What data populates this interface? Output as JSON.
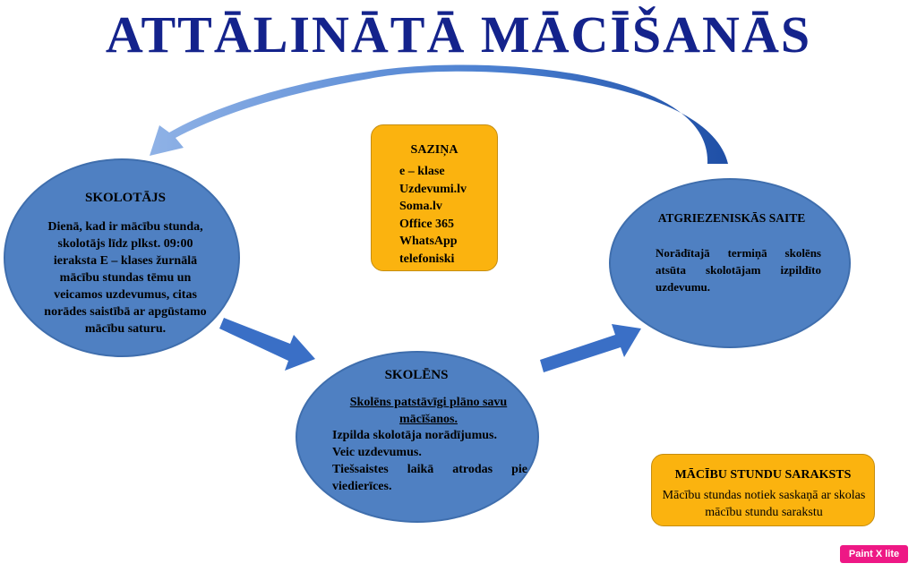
{
  "title": "ATTĀLINĀTĀ MĀCĪŠANĀS",
  "teacher": {
    "heading": "SKOLOTĀJS",
    "text": "Dienā, kad ir mācību stunda, skolotājs līdz plkst. 09:00 ieraksta E – klases žurnālā mācību stundas tēmu un veicamos uzdevumus, citas norādes saistībā ar apgūstamo mācību saturu."
  },
  "contact": {
    "heading": "SAZIŅA",
    "items": [
      "e – klase",
      "Uzdevumi.lv",
      "Soma.lv",
      "Office 365",
      "WhatsApp",
      "telefoniski"
    ]
  },
  "feedback": {
    "heading": "ATGRIEZENISKĀS SAITE",
    "text": "Norādītajā termiņā skolēns atsūta skolotājam izpildīto uzdevumu."
  },
  "student": {
    "heading": "SKOLĒNS",
    "subheading": "Skolēns patstāvīgi plāno savu mācīšanos.",
    "items": [
      "Izpilda skolotāja norādījumus.",
      "Veic uzdevumus.",
      "Tiešsaistes laikā atrodas pie viedierīces."
    ]
  },
  "schedule": {
    "heading": "MĀCĪBU STUNDU SARAKSTS",
    "text": "Mācību stundas notiek saskaņā ar skolas mācību stundu sarakstu"
  },
  "badge": "Paint X lite",
  "colors": {
    "title": "#14238c",
    "circle_fill": "#4f80c2",
    "box_fill": "#fbb30f",
    "arrow": "#3a6fc6",
    "badge": "#ee1885"
  }
}
